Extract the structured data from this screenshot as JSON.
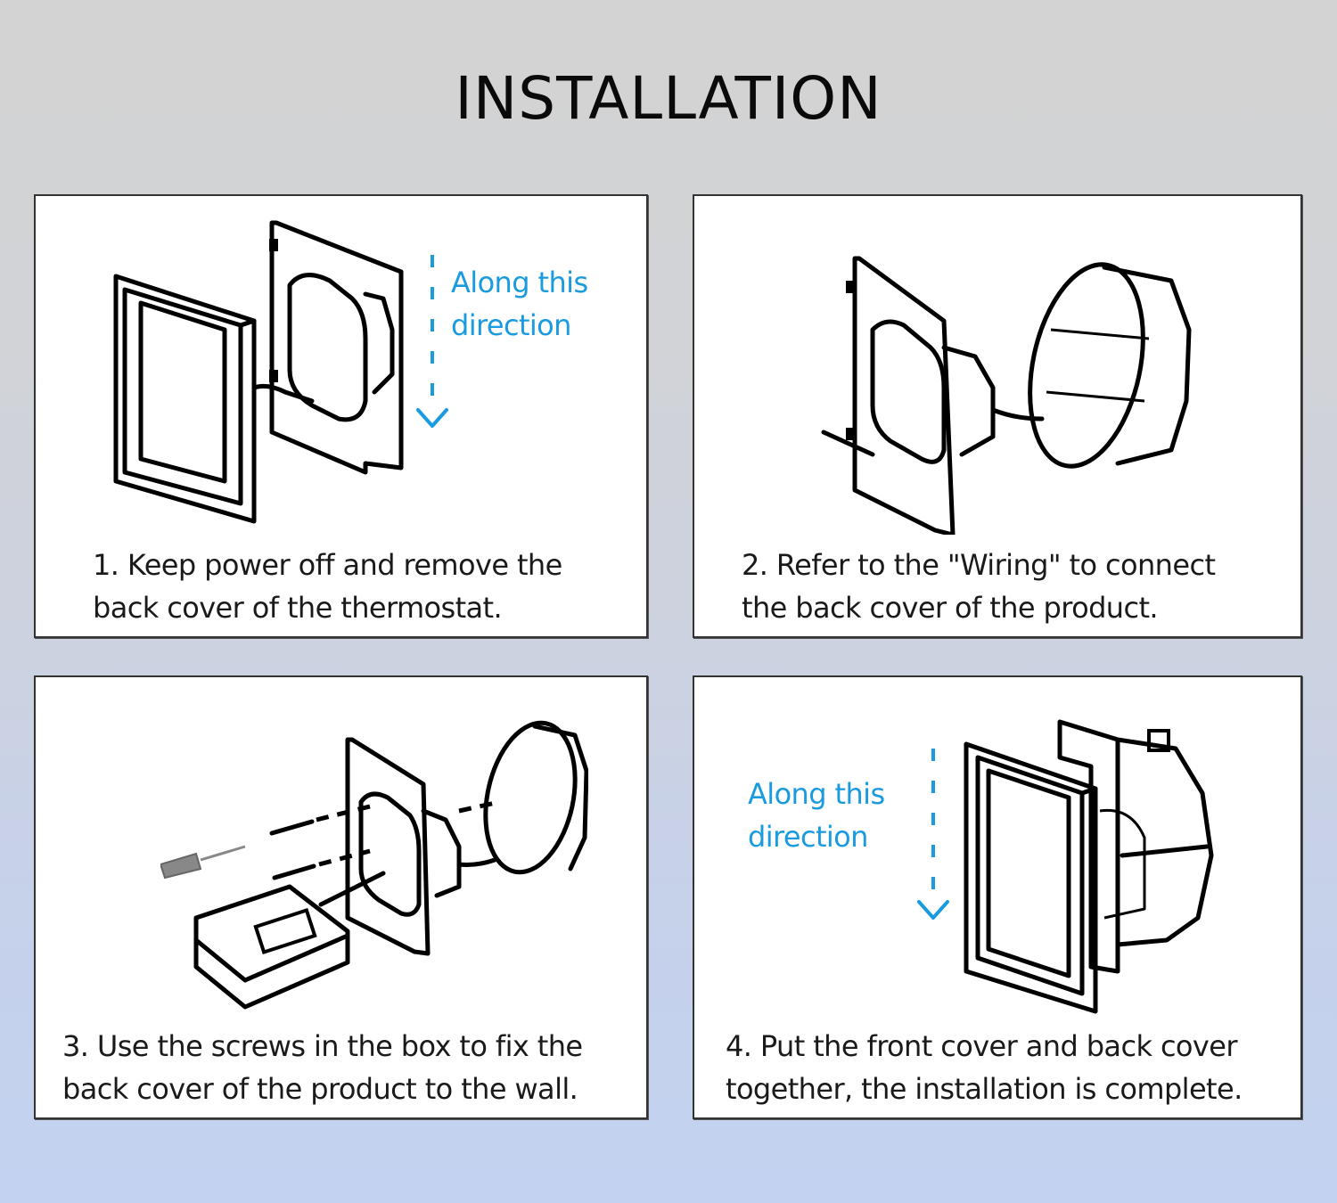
{
  "header": {
    "title": "INSTALLATION"
  },
  "steps": [
    {
      "number": 1,
      "caption_lines": [
        "1. Keep power off and remove the",
        "back cover of the thermostat."
      ],
      "direction_hint": [
        "Along this",
        "direction"
      ],
      "illustration": "thermostat-front-cover-removed-from-back-plate"
    },
    {
      "number": 2,
      "caption_lines": [
        "2. Refer to the \"Wiring\" to connect",
        "the back cover of the product."
      ],
      "illustration": "back-cover-wired-to-wall-box"
    },
    {
      "number": 3,
      "caption_lines": [
        "3. Use the screws in the box to fix the",
        "back cover of the product to the wall."
      ],
      "illustration": "screws-and-screwdriver-fixing-back-cover"
    },
    {
      "number": 4,
      "caption_lines": [
        "4. Put the front cover and back cover",
        "together, the installation is complete."
      ],
      "direction_hint": [
        "Along this",
        "direction"
      ],
      "illustration": "front-cover-attached-to-back-cover"
    }
  ],
  "colors": {
    "accent": "#1a9be0",
    "text": "#1a1a1a",
    "panel_border": "#333333",
    "background_top": "#d3d3d3",
    "background_bottom": "#c2d2f0"
  }
}
